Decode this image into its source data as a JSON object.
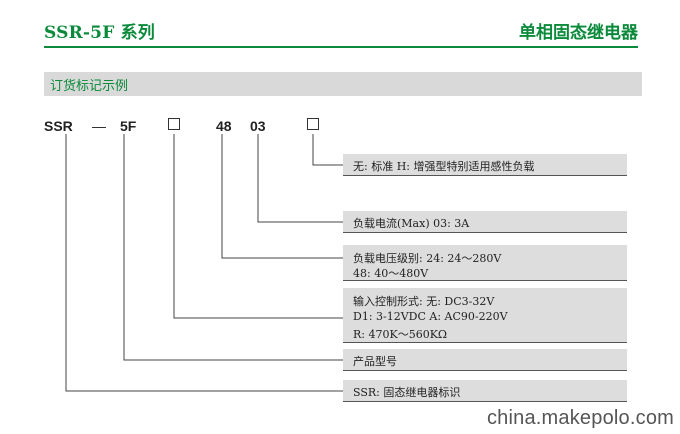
{
  "header": {
    "series": "SSR-5F 系列",
    "product": "单相固态继电器"
  },
  "section": {
    "title": "订货标记示例"
  },
  "code": {
    "part1": "SSR",
    "dash": "—",
    "part2": "5F",
    "part3": "48",
    "part4": "03"
  },
  "labels": [
    {
      "lines": [
        "无: 标准  H: 增强型特别适用感性负载"
      ]
    },
    {
      "lines": [
        "负载电流(Max) 03: 3A"
      ]
    },
    {
      "lines": [
        "负载电压级别:   24: 24～280V",
        "48: 40～480V"
      ]
    },
    {
      "lines": [
        "输入控制形式: 无: DC3-32V",
        "D1: 3-12VDC A: AC90-220V",
        "R: 470K～560KΩ"
      ]
    },
    {
      "lines": [
        "产品型号"
      ]
    },
    {
      "lines": [
        "SSR: 固态继电器标识"
      ]
    }
  ],
  "watermark": "china.makepolo.com",
  "colors": {
    "brand_green": "#0a8a3a",
    "bar_gray": "#d9d9d9"
  }
}
